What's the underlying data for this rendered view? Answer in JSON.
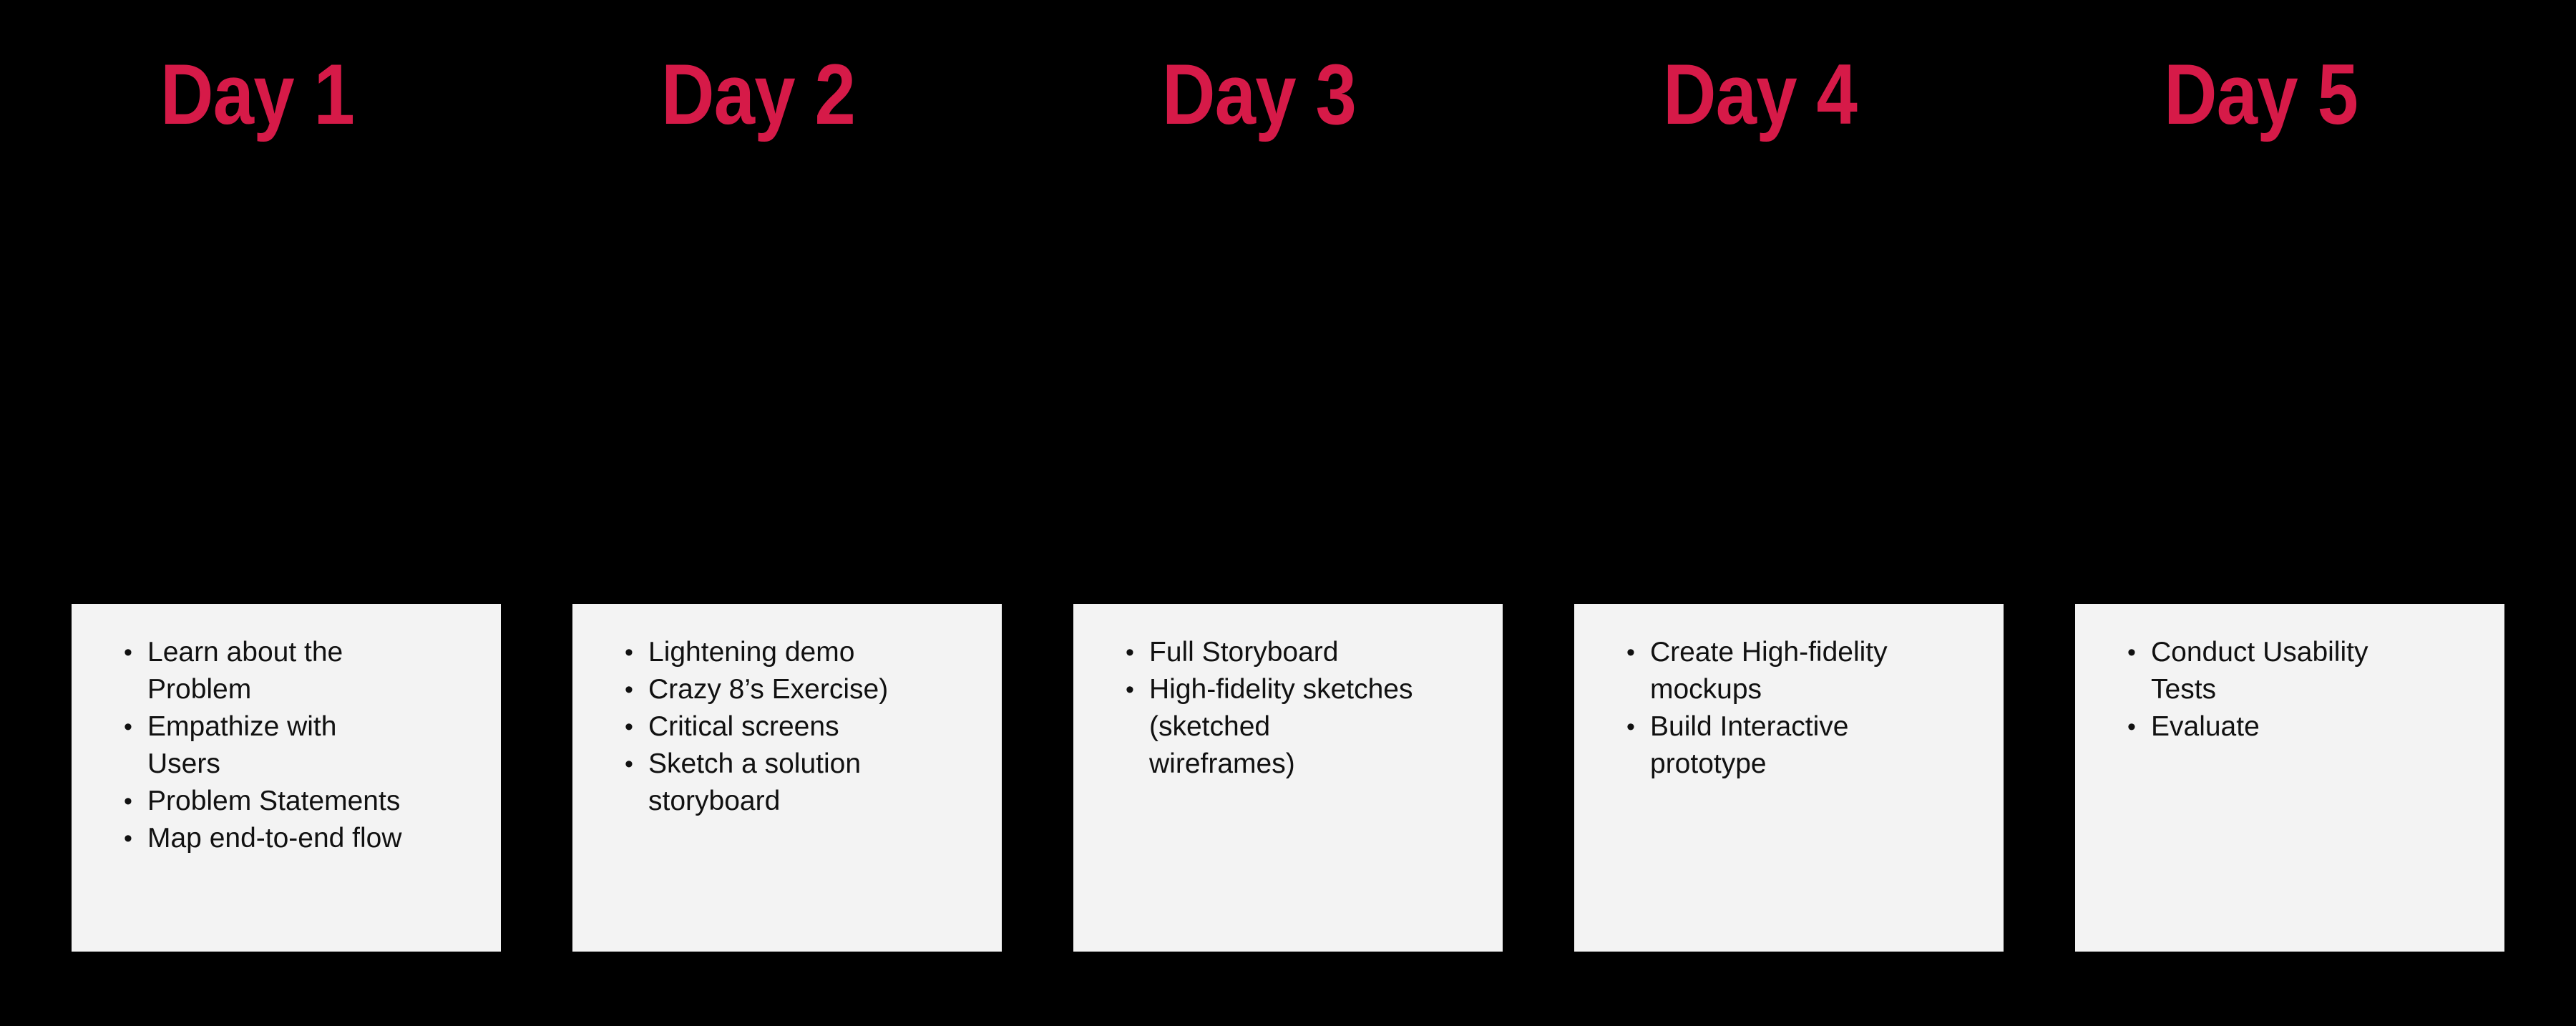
{
  "theme": {
    "background": "#000000",
    "accent": "#D61A48",
    "card_bg": "#F3F3F3",
    "text_color": "#111111"
  },
  "days": [
    {
      "label": "Day 1",
      "items": [
        "Learn about the Problem",
        "Empathize with Users",
        "Problem Statements",
        "Map end-to-end flow"
      ]
    },
    {
      "label": "Day 2",
      "items": [
        "Lightening demo",
        "Crazy 8’s Exercise)",
        "Critical screens",
        "Sketch a solution storyboard"
      ]
    },
    {
      "label": "Day 3",
      "items": [
        "Full Storyboard",
        "High-fidelity sketches (sketched wireframes)"
      ]
    },
    {
      "label": "Day 4",
      "items": [
        "Create High-fidelity mockups",
        "Build Interactive prototype"
      ]
    },
    {
      "label": "Day 5",
      "items": [
        "Conduct Usability Tests",
        "Evaluate"
      ]
    }
  ]
}
